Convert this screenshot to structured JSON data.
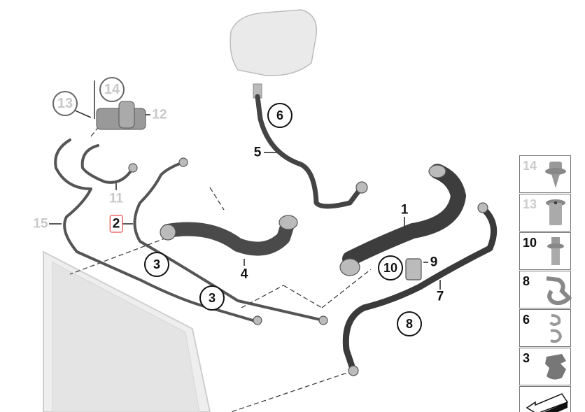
{
  "callouts": {
    "p1": "1",
    "p2": "2",
    "p3a": "3",
    "p3b": "3",
    "p4": "4",
    "p5": "5",
    "p6": "6",
    "p7": "7",
    "p8": "8",
    "p9": "9",
    "p10": "10",
    "p11": "11",
    "p12": "12",
    "p13": "13",
    "p14": "14",
    "p15": "15"
  },
  "legend": [
    {
      "label": "14",
      "icon": "screw-icon",
      "dimmed": true
    },
    {
      "label": "13",
      "icon": "nut-insert-icon",
      "dimmed": true
    },
    {
      "label": "10",
      "icon": "bolt-icon",
      "dimmed": false
    },
    {
      "label": "8",
      "icon": "clip-icon",
      "dimmed": false
    },
    {
      "label": "6",
      "icon": "double-clip-icon",
      "dimmed": false
    },
    {
      "label": "3",
      "icon": "holder-icon",
      "dimmed": false
    },
    {
      "label": "",
      "icon": "arrow-icon",
      "dimmed": false
    }
  ],
  "highlight_color": "#e02020"
}
